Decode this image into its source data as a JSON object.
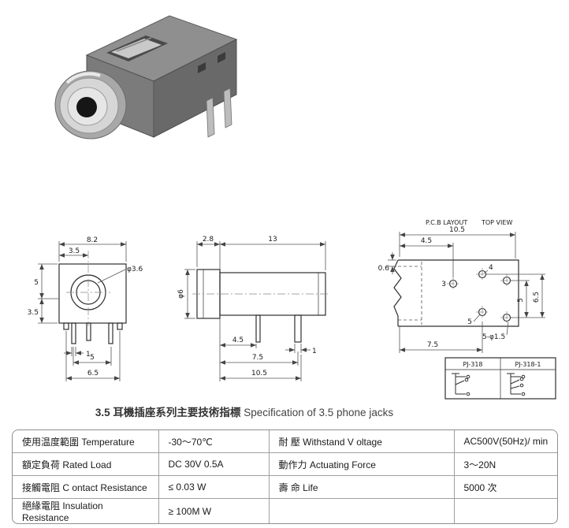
{
  "caption": {
    "zh": "3.5 耳機插座系列主要技術指標",
    "en": "Specification of 3.5 phone jacks"
  },
  "drawings": {
    "front_view": {
      "dim_width": "8.2",
      "dim_offset": "3.5",
      "dim_hole": "φ3.6",
      "dim_height_upper": "5",
      "dim_height_lower": "3.5",
      "dim_pin_width": "1",
      "dim_pin_span": "5",
      "dim_total_width": "6.5"
    },
    "side_view": {
      "dim_flange": "2.8",
      "dim_body_length": "13",
      "dim_diameter": "φ6",
      "dim_pin1_offset": "4.5",
      "dim_pin_width": "1",
      "dim_pin2_offset": "7.5",
      "dim_total_length": "10.5"
    },
    "pcb_layout": {
      "title": "P.C.B LAYOUT",
      "subtitle": "TOP VIEW",
      "dim_total_width": "10.5",
      "dim_hole_top_offset": "4.5",
      "dim_edge_gap": "0.6",
      "pin_label_3": "3",
      "pin_label_4": "4",
      "pin_label_5": "5",
      "dim_row_pitch": "5",
      "dim_pattern_height": "6.5",
      "dim_hole_bottom_offset": "7.5",
      "holes_note": "5-φ1.5"
    },
    "variants": {
      "model_a": "PJ-318",
      "model_b": "PJ-318-1"
    }
  },
  "spec_table": {
    "rows": [
      {
        "param1": "使用温度範圍 Temperature",
        "value1": "-30～70℃",
        "param2": "耐 壓 Withstand V oltage",
        "value2": "AC500V(50Hz)/ min"
      },
      {
        "param1": "額定負荷 Rated Load",
        "value1": "DC 30V 0.5A",
        "param2": "動作力 Actuating Force",
        "value2": "3～20N"
      },
      {
        "param1": "接觸電阻 C ontact Resistance",
        "value1": "≤ 0.03 W",
        "param2": "壽 命 Life",
        "value2": "5000 次"
      },
      {
        "param1": "絕緣電阻 Insulation Resistance",
        "value1": "≥ 100M W",
        "param2": "",
        "value2": ""
      }
    ]
  }
}
